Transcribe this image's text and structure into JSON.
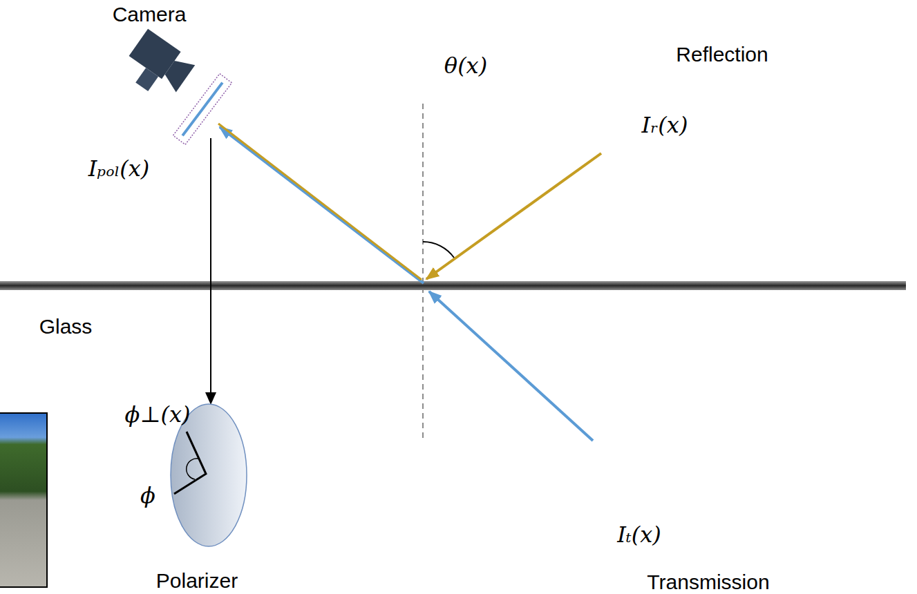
{
  "diagram": {
    "nodes": [
      {
        "text": [
          "ϕ⊥(x)",
          "ϕ",
          "Polarizer"
        ]
      }
    ],
    "labels": [
      "Camera",
      "Reflection",
      "Iᵣ(x)",
      "Iₚₒₗ(x)",
      "θ(x)",
      "Glass",
      "Iₜ(x)",
      "Transmission"
    ]
  }
}
